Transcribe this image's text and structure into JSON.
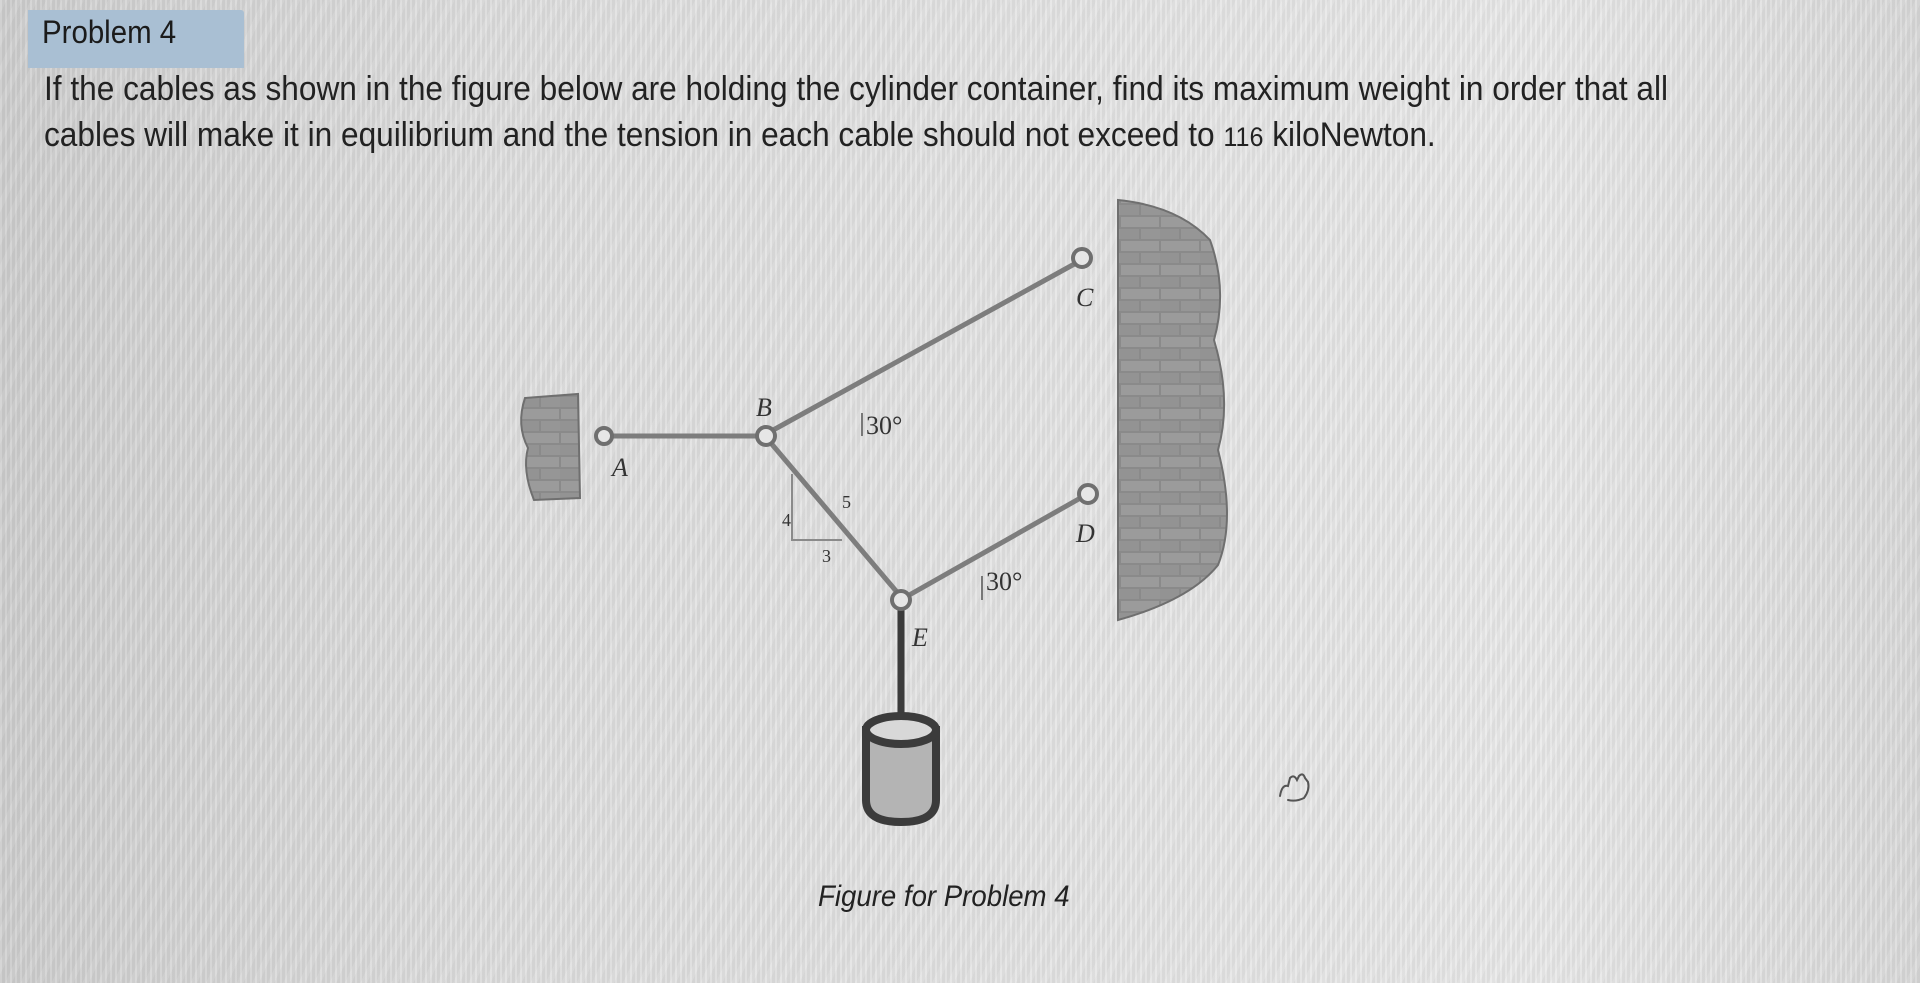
{
  "problem": {
    "title": "Problem 4",
    "text_before_value": "If the cables as shown in the figure below are holding the cylinder container, find its maximum weight in order that all cables will make it in equilibrium and the tension in each cable should not exceed to ",
    "tension_value": "116",
    "text_after_value": " kiloNewton."
  },
  "figure": {
    "point_labels": {
      "a": "A",
      "b": "B",
      "c": "C",
      "d": "D",
      "e": "E"
    },
    "angle_bc": "30°",
    "angle_ed": "30°",
    "slope_triangle": {
      "vertical": "4",
      "horizontal": "3",
      "hypotenuse": "5"
    },
    "caption": "Figure for Problem 4"
  },
  "colors": {
    "header_tab": "#a9bfd3",
    "cable": "#7d7d7d",
    "wall": "#8a8a8a",
    "cylinder": "#b4b4b4"
  }
}
